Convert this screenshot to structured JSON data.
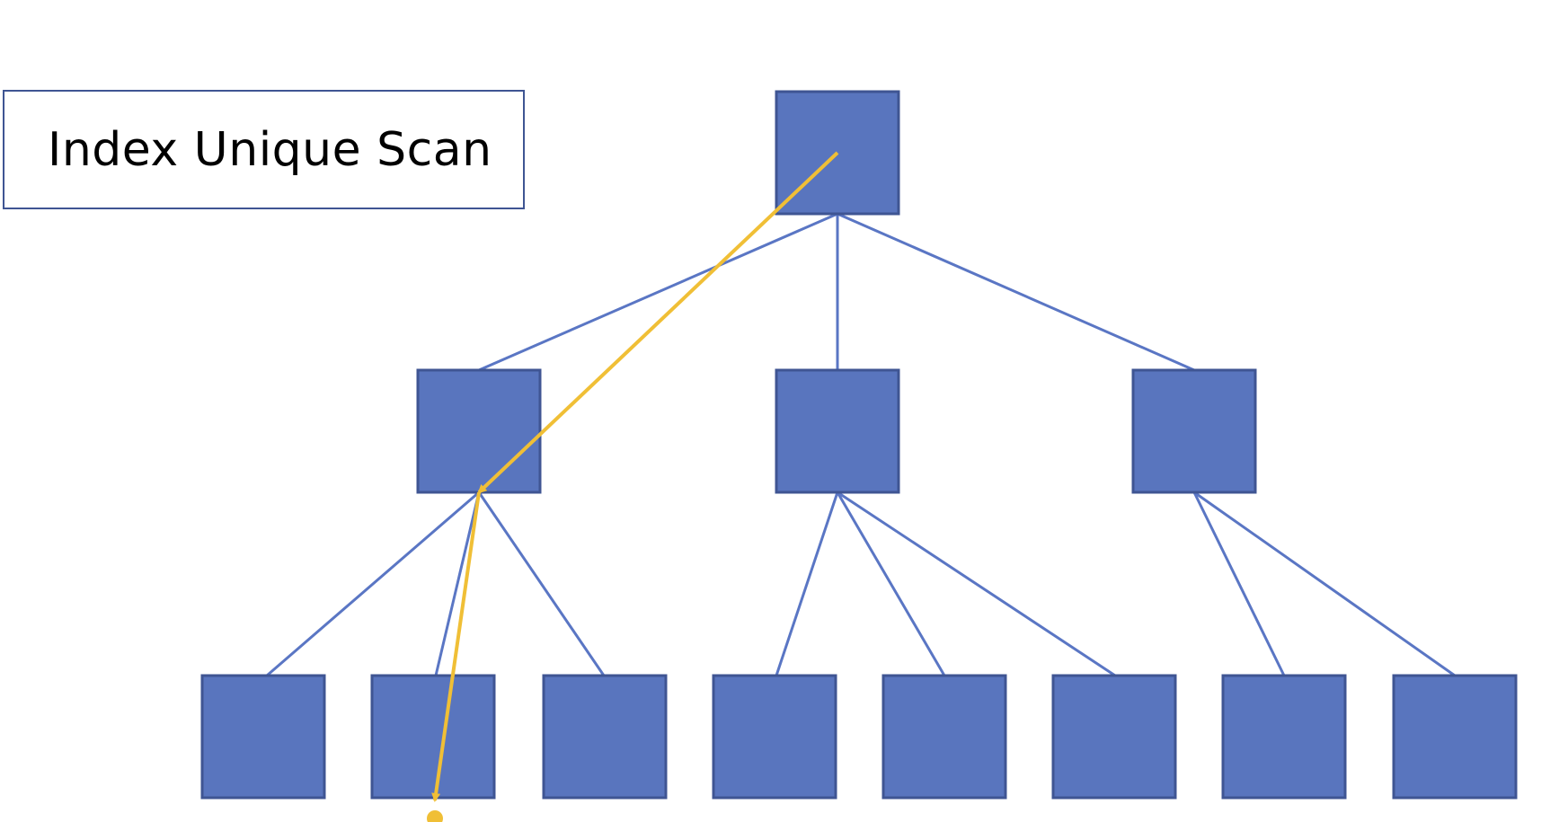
{
  "title": "Index Unique Scan",
  "colors": {
    "node_fill": "#5975be",
    "node_stroke": "#3f5593",
    "edge": "#5a76c4",
    "path": "#f0bf36"
  },
  "tree": {
    "levels": [
      {
        "name": "root",
        "nodes": [
          "root"
        ]
      },
      {
        "name": "branch",
        "nodes": [
          "branch-1",
          "branch-2",
          "branch-3"
        ]
      },
      {
        "name": "leaf",
        "nodes": [
          "leaf-1",
          "leaf-2",
          "leaf-3",
          "leaf-4",
          "leaf-5",
          "leaf-6",
          "leaf-7",
          "leaf-8"
        ]
      }
    ],
    "edges": [
      [
        "root",
        "branch-1"
      ],
      [
        "root",
        "branch-2"
      ],
      [
        "root",
        "branch-3"
      ],
      [
        "branch-1",
        "leaf-1"
      ],
      [
        "branch-1",
        "leaf-2"
      ],
      [
        "branch-1",
        "leaf-3"
      ],
      [
        "branch-2",
        "leaf-4"
      ],
      [
        "branch-2",
        "leaf-5"
      ],
      [
        "branch-2",
        "leaf-6"
      ],
      [
        "branch-3",
        "leaf-7"
      ],
      [
        "branch-3",
        "leaf-8"
      ]
    ],
    "scan_path": [
      "root",
      "branch-1",
      "leaf-2"
    ]
  }
}
